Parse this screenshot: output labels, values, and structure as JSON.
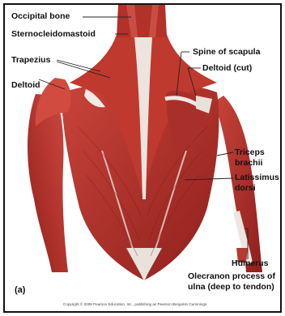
{
  "labels": {
    "occipital_bone": "Occipital bone",
    "sternocleidomastoid": "Sternocleidomastoid",
    "trapezius": "Trapezius",
    "deltoid_left": "Deltoid",
    "spine_of_scapula": "Spine of scapula",
    "deltoid_cut": "Deltoid (cut)",
    "triceps_line1": "Triceps",
    "triceps_line2": "brachii",
    "latissimus_line1": "Latissimus",
    "latissimus_line2": "dorsi",
    "humerus": "Humerus",
    "olecranon_line1": "Olecranon process of",
    "olecranon_line2": "ulna (deep to tendon)"
  },
  "panel_label": "(a)",
  "copyright": "Copyright © 2009 Pearson Education, Inc., publishing as Pearson Benjamin Cummings",
  "colors": {
    "muscle": "#b8312c",
    "muscle_dark": "#8f1f1d",
    "muscle_light": "#d4564a",
    "tendon": "#e9e2dc",
    "skin": "#f2e6dc",
    "leader": "#222222"
  }
}
